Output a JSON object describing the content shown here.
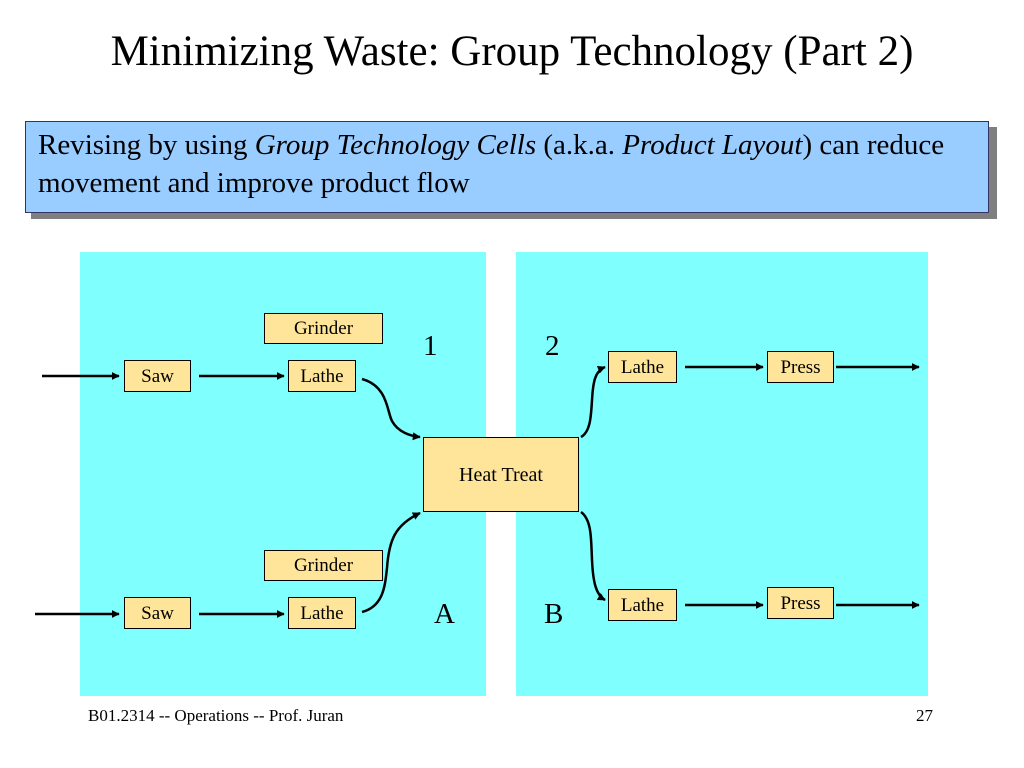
{
  "slide": {
    "title": "Minimizing Waste: Group Technology (Part 2)",
    "callout": {
      "part1": "Revising by using ",
      "italic1": "Group Technology Cells",
      "part2": " (a.k.a. ",
      "italic2": "Product Layout",
      "part3": ") can reduce movement and improve product flow"
    },
    "diagram": {
      "top_grinder": "Grinder",
      "top_saw": "Saw",
      "top_lathe": "Lathe",
      "bottom_grinder": "Grinder",
      "bottom_saw": "Saw",
      "bottom_lathe": "Lathe",
      "heat_treat": "Heat Treat",
      "right_top_lathe": "Lathe",
      "right_top_press": "Press",
      "right_bottom_lathe": "Lathe",
      "right_bottom_press": "Press",
      "label_1": "1",
      "label_2": "2",
      "label_a": "A",
      "label_b": "B"
    },
    "footer": {
      "course": "B01.2314  --  Operations  --  Prof. Juran",
      "page_number": "27"
    },
    "colors": {
      "callout_bg": "#99ccff",
      "panel_bg": "#80ffff",
      "box_bg": "#ffe599"
    }
  }
}
